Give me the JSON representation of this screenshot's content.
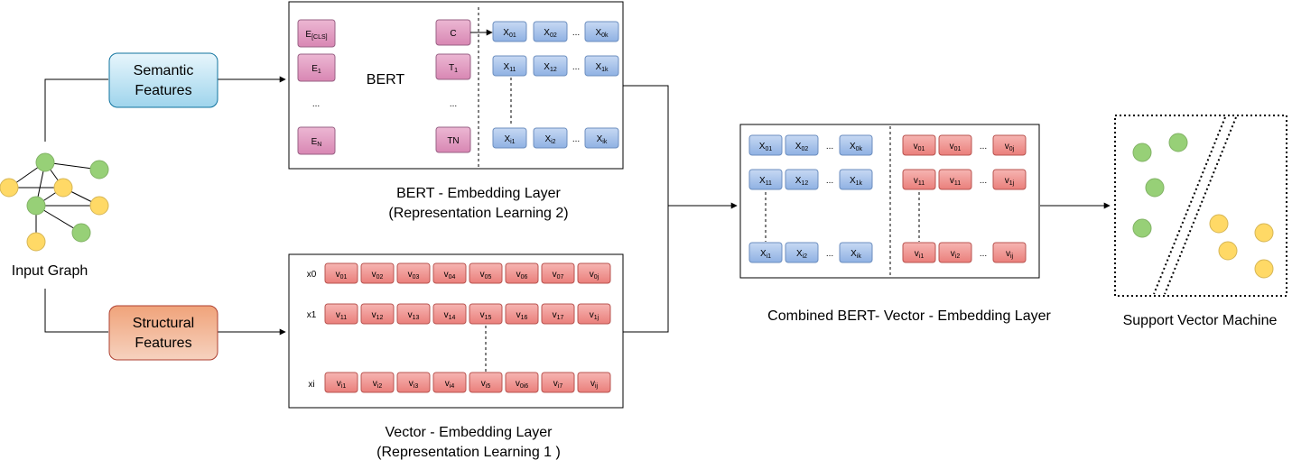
{
  "input_graph": {
    "label": "Input Graph"
  },
  "semantic_features": {
    "line1": "Semantic",
    "line2": "Features"
  },
  "structural_features": {
    "line1": "Structural",
    "line2": "Features"
  },
  "bert": {
    "model_label": "BERT",
    "caption_line1": "BERT - Embedding Layer",
    "caption_line2": "(Representation Learning 2)",
    "e_cells": [
      {
        "main": "E",
        "sub": "[CLS]"
      },
      {
        "main": "E",
        "sub": "1"
      },
      {
        "main": "...",
        "sub": ""
      },
      {
        "main": "E",
        "sub": "N"
      }
    ],
    "t_cells": [
      {
        "main": "C",
        "sub": ""
      },
      {
        "main": "T",
        "sub": "1"
      },
      {
        "main": "...",
        "sub": ""
      },
      {
        "main": "TN",
        "sub": ""
      }
    ],
    "x_rows": [
      [
        {
          "main": "X",
          "sub": "01"
        },
        {
          "main": "X",
          "sub": "02"
        },
        {
          "main": "X",
          "sub": "0k"
        }
      ],
      [
        {
          "main": "X",
          "sub": "11"
        },
        {
          "main": "X",
          "sub": "12"
        },
        {
          "main": "X",
          "sub": "1k"
        }
      ],
      [
        {
          "main": "X",
          "sub": "i1"
        },
        {
          "main": "X",
          "sub": "i2"
        },
        {
          "main": "X",
          "sub": "ik"
        }
      ]
    ],
    "ellipsis": "..."
  },
  "vector": {
    "caption_line1": "Vector - Embedding Layer",
    "caption_line2": "(Representation Learning 1 )",
    "row_labels": [
      "x0",
      "x1",
      "xi"
    ],
    "rows": [
      [
        {
          "main": "v",
          "sub": "01"
        },
        {
          "main": "v",
          "sub": "02"
        },
        {
          "main": "v",
          "sub": "03"
        },
        {
          "main": "v",
          "sub": "04"
        },
        {
          "main": "v",
          "sub": "05"
        },
        {
          "main": "v",
          "sub": "06"
        },
        {
          "main": "v",
          "sub": "07"
        },
        {
          "main": "v",
          "sub": "0j"
        }
      ],
      [
        {
          "main": "v",
          "sub": "11"
        },
        {
          "main": "v",
          "sub": "12"
        },
        {
          "main": "v",
          "sub": "13"
        },
        {
          "main": "v",
          "sub": "14"
        },
        {
          "main": "v",
          "sub": "15"
        },
        {
          "main": "v",
          "sub": "16"
        },
        {
          "main": "v",
          "sub": "17"
        },
        {
          "main": "v",
          "sub": "1j"
        }
      ],
      [
        {
          "main": "v",
          "sub": "i1"
        },
        {
          "main": "v",
          "sub": "i2"
        },
        {
          "main": "v",
          "sub": "i3"
        },
        {
          "main": "v",
          "sub": "i4"
        },
        {
          "main": "v",
          "sub": "i5"
        },
        {
          "main": "v",
          "sub": "0i6"
        },
        {
          "main": "v",
          "sub": "i7"
        },
        {
          "main": "v",
          "sub": "ij"
        }
      ]
    ]
  },
  "combined": {
    "caption": "Combined BERT- Vector - Embedding Layer",
    "x_rows": [
      [
        {
          "main": "X",
          "sub": "01"
        },
        {
          "main": "X",
          "sub": "02"
        },
        {
          "main": "X",
          "sub": "0k"
        }
      ],
      [
        {
          "main": "X",
          "sub": "11"
        },
        {
          "main": "X",
          "sub": "12"
        },
        {
          "main": "X",
          "sub": "1k"
        }
      ],
      [
        {
          "main": "X",
          "sub": "i1"
        },
        {
          "main": "X",
          "sub": "i2"
        },
        {
          "main": "X",
          "sub": "ik"
        }
      ]
    ],
    "v_rows": [
      [
        {
          "main": "v",
          "sub": "01"
        },
        {
          "main": "v",
          "sub": "01"
        },
        {
          "main": "v",
          "sub": "0j"
        }
      ],
      [
        {
          "main": "v",
          "sub": "11"
        },
        {
          "main": "v",
          "sub": "11"
        },
        {
          "main": "v",
          "sub": "1j"
        }
      ],
      [
        {
          "main": "v",
          "sub": "i1"
        },
        {
          "main": "v",
          "sub": "i2"
        },
        {
          "main": "v",
          "sub": "ij"
        }
      ]
    ],
    "ellipsis": "..."
  },
  "svm": {
    "caption": "Support Vector Machine"
  },
  "colors": {
    "blue_fill": "#dae8fc",
    "blue_stroke": "#6c8ebf",
    "blue_cell": "#a9c4eb",
    "red_cell": "#f19c99",
    "red_stroke": "#b85450",
    "pink_cell": "#e6a0c4",
    "pink_stroke": "#996185",
    "green_node": "#97d077",
    "green_stroke": "#82b366",
    "yellow_node": "#ffd966",
    "yellow_stroke": "#d6b656",
    "semantic_fill": "#b1ddf0",
    "structural_fill": "#f2b18b"
  }
}
